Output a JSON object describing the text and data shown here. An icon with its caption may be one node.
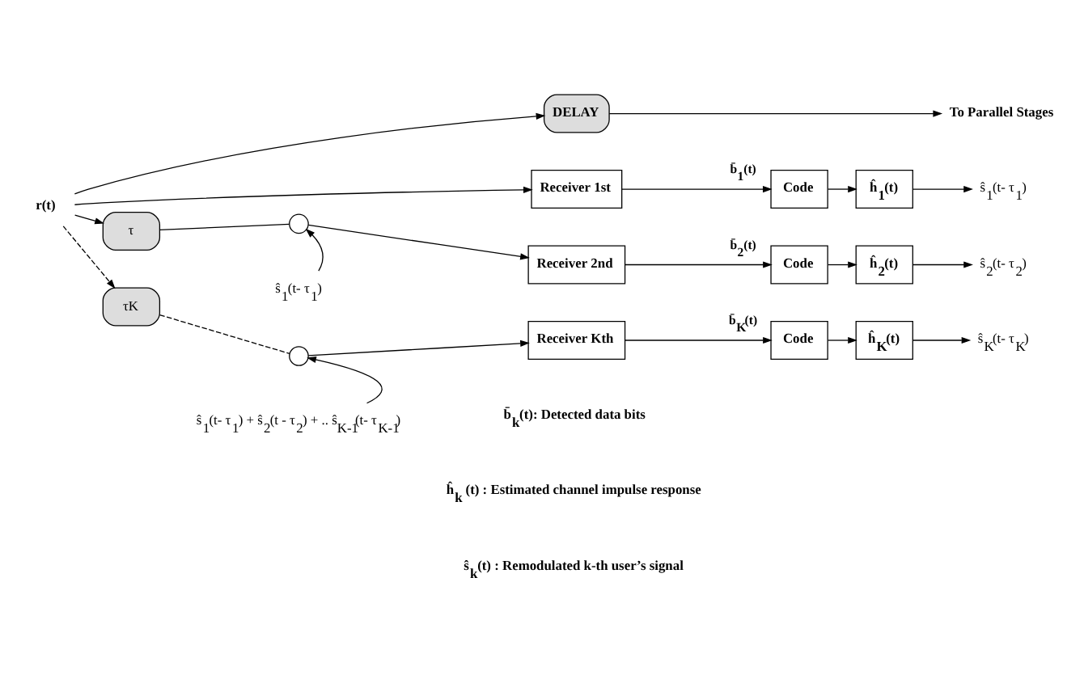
{
  "diagram": {
    "nodes": [
      {
        "text": [
          "r(t)"
        ]
      },
      {
        "text": [
          "DELAY"
        ]
      },
      {
        "text": [
          "To Parallel Stages"
        ]
      },
      {
        "text": [
          "Receiver 1st"
        ]
      },
      {
        "text": [
          "Code"
        ]
      },
      {
        "text": [
          "ĥ$_{1}$(t)"
        ]
      },
      {
        "text": [
          "ŝ$_{1}$(t- τ$_{1}$)"
        ]
      },
      {
        "text": [
          "τ"
        ]
      },
      {
        "text": [],
        "shape": "circle"
      },
      {
        "text": [
          "ŝ$_{1}$(t- τ$_{1}$)"
        ]
      },
      {
        "text": [
          "Receiver 2nd"
        ]
      },
      {
        "text": [
          "Code"
        ]
      },
      {
        "text": [
          "ĥ$_{2}$(t)"
        ]
      },
      {
        "text": [
          "ŝ$_{2}$(t- τ$_{2}$)"
        ]
      },
      {
        "text": [
          "τK"
        ]
      },
      {
        "text": [],
        "shape": "circle"
      },
      {
        "text": [
          "ŝ$_{1}$(t- τ$_{1}$) + ŝ$_{2}$(t - τ$_{2}$) + .. ŝ$_{K-1}$(t- τ$_{K-1}$)"
        ]
      },
      {
        "text": [
          "Receiver Kth"
        ]
      },
      {
        "text": [
          "Code"
        ]
      },
      {
        "text": [
          "ĥ$_{K}$(t)"
        ]
      },
      {
        "text": [
          "ŝ$_{K}$(t- τ$_{K}$)"
        ]
      }
    ],
    "edges": [
      {
        "from": 0,
        "to": 1,
        "arrow": "to"
      },
      {
        "from": 1,
        "to": 2,
        "arrow": "to"
      },
      {
        "from": 0,
        "to": 3,
        "arrow": "to"
      },
      {
        "from": 3,
        "to": 4,
        "arrow": "to",
        "label": "b̄$_{1}$(t)"
      },
      {
        "from": 4,
        "to": 5,
        "arrow": "to"
      },
      {
        "from": 5,
        "to": 6,
        "arrow": "to"
      },
      {
        "from": 0,
        "to": 7,
        "arrow": "to"
      },
      {
        "from": 7,
        "to": 8,
        "arrow": "none"
      },
      {
        "from": 9,
        "to": 8,
        "arrow": "to"
      },
      {
        "from": 8,
        "to": 10,
        "arrow": "to"
      },
      {
        "from": 10,
        "to": 11,
        "arrow": "to",
        "label": "b̄$_{2}$(t)"
      },
      {
        "from": 11,
        "to": 12,
        "arrow": "to"
      },
      {
        "from": 12,
        "to": 13,
        "arrow": "to"
      },
      {
        "from": 0,
        "to": 14,
        "arrow": "to",
        "style": "dashed"
      },
      {
        "from": 14,
        "to": 15,
        "arrow": "none",
        "style": "dashed"
      },
      {
        "from": 16,
        "to": 15,
        "arrow": "to"
      },
      {
        "from": 15,
        "to": 17,
        "arrow": "to"
      },
      {
        "from": 17,
        "to": 18,
        "arrow": "to",
        "label": "b̄$_{K}$(t)"
      },
      {
        "from": 18,
        "to": 19,
        "arrow": "to"
      },
      {
        "from": 19,
        "to": 20,
        "arrow": "to"
      }
    ],
    "labels": [
      "b̄$_{k}$(t): Detected data bits",
      "ĥ$_{k}$ (t) : Estimated channel impulse response",
      "ŝ$_{k}$(t) : Remodulated k-th user’s signal"
    ]
  }
}
